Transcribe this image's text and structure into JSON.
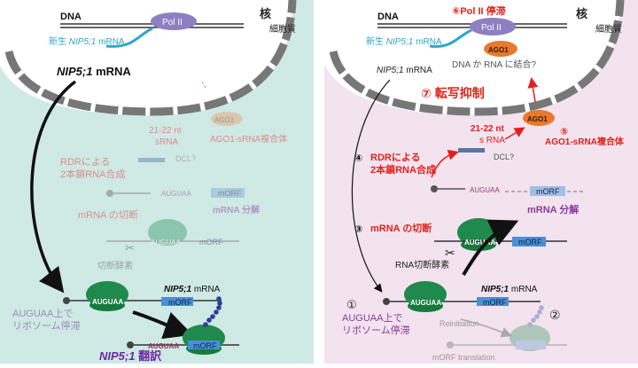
{
  "left": {
    "dna": "DNA",
    "pol": "Pol II",
    "nucleus": "核",
    "cytoplasm": "細胞質",
    "nascent_prefix": "新生",
    "nascent_gene": "NIP5;1",
    "nascent_suffix": "mRNA",
    "mrna_gene": "NIP5;1",
    "mrna_suffix": "mRNA",
    "ago1": "AGO1",
    "sirna_len": "21-22 nt",
    "sirna": "sRNA",
    "ago_complex": "AGO1-sRNA複合体",
    "rdr_line1": "RDRによる",
    "rdr_line2": "2本鎖RNA合成",
    "dcl": "DCL?",
    "auguaa": "AUGUAA",
    "morf": "mORF",
    "mrna_decay": "mRNA 分解",
    "cleavage": "mRNA の切断",
    "enzyme": "切断酵素",
    "gene_label": "NIP5;1",
    "gene_label_suffix": "mRNA",
    "stall_line1": "AUGUAA上で",
    "stall_line2": "リボソーム停滞",
    "translation_gene": "NIP5;1",
    "translation_suffix": "翻訳"
  },
  "right": {
    "dna": "DNA",
    "pol": "Pol II",
    "nucleus": "核",
    "cytoplasm": "細胞質",
    "num6": "⑥",
    "pol_stall": "Pol II 停滞",
    "nascent_prefix": "新生",
    "nascent_gene": "NIP5;1",
    "nascent_suffix": "mRNA",
    "ago1_nuc": "AGO1",
    "binding_q": "DNA か RNA に結合?",
    "mrna_gene": "NIP5;1",
    "mrna_suffix": "mRNA",
    "num7": "⑦",
    "tgs": "転写抑制",
    "sirna_len": "21-22 nt",
    "sirna": "s RNA",
    "ago1": "AGO1",
    "num5": "⑤",
    "ago_complex": "AGO1-sRNA複合体",
    "num4": "④",
    "rdr_line1": "RDRによる",
    "rdr_line2": "2本鎖RNA合成",
    "dcl": "DCL?",
    "auguaa": "AUGUAA",
    "morf": "mORF",
    "mrna_decay": "mRNA 分解",
    "num3": "③",
    "cleavage": "mRNA の切断",
    "enzyme": "RNA切断酵素",
    "gene_label": "NIP5;1",
    "gene_label_suffix": "mRNA",
    "num1": "①",
    "stall_line1": "AUGUAA上で",
    "stall_line2": "リボソーム停滞",
    "reinitiation": "Reinitiation",
    "num2": "②",
    "morf_translation": "mORF translation"
  },
  "colors": {
    "left_bg": "#cfe9e5",
    "right_bg": "#f2e3ee",
    "nucleus_fill": "#ffffff",
    "pol_purple": "#8d7fc2",
    "red": "#e3211c",
    "purple_text": "#8b3aa0",
    "mrna_teal": "#2aa7c9",
    "ribosome_green": "#2e8b57",
    "orf_blue": "#4a90d9",
    "ago_orange": "#e8792e",
    "faded": "#c9a9a3"
  }
}
